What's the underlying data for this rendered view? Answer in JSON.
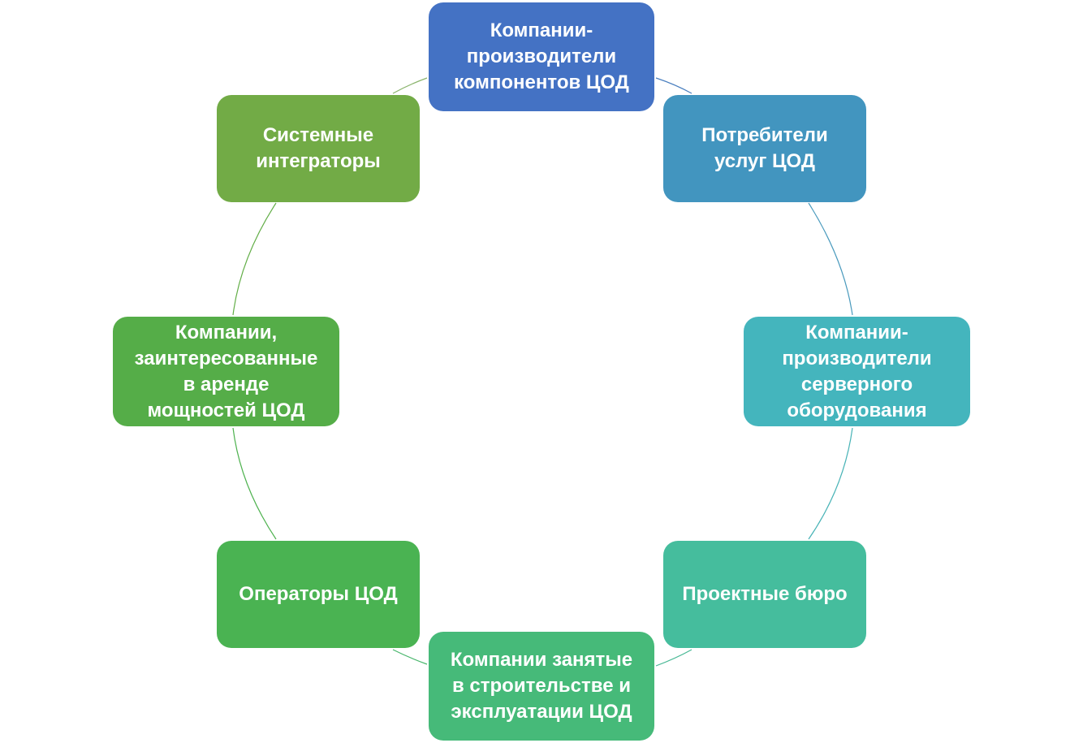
{
  "diagram": {
    "type": "cycle",
    "nodes": [
      {
        "id": "components",
        "label": "Компании-\nпроизводители\nкомпонентов ЦОД",
        "color": "#4472c4"
      },
      {
        "id": "consumers",
        "label": "Потребители\nуслуг ЦОД",
        "color": "#4295bf"
      },
      {
        "id": "servers",
        "label": "Компании-\nпроизводители\nсерверного\nоборудования",
        "color": "#44b5bd"
      },
      {
        "id": "design",
        "label": "Проектные бюро",
        "color": "#45bd9d"
      },
      {
        "id": "construction",
        "label": "Компании занятые\nв строительстве и\nэксплуатации ЦОД",
        "color": "#46ba79"
      },
      {
        "id": "operators",
        "label": "Операторы ЦОД",
        "color": "#4ab352"
      },
      {
        "id": "rental",
        "label": "Компании,\nзаинтересованные\nв аренде\nмощностей ЦОД",
        "color": "#55ad48"
      },
      {
        "id": "integrators",
        "label": "Системные\nинтеграторы",
        "color": "#72ab46"
      }
    ]
  }
}
